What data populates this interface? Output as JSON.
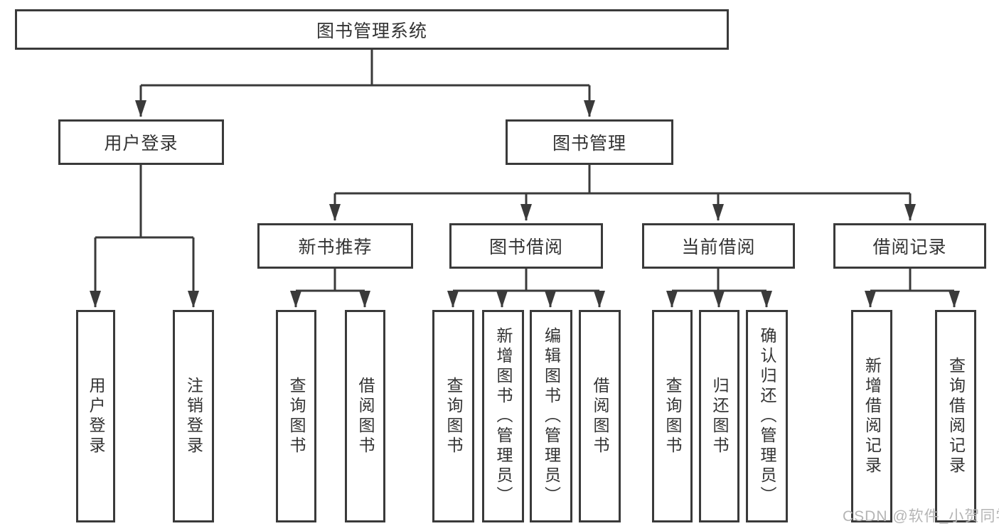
{
  "diagram": {
    "root": {
      "label": "图书管理系统"
    },
    "branches": [
      {
        "label": "用户登录",
        "children": [
          {
            "label": "用户登录"
          },
          {
            "label": "注销登录"
          }
        ]
      },
      {
        "label": "图书管理",
        "children": [
          {
            "label": "新书推荐",
            "children": [
              {
                "label": "查询图书"
              },
              {
                "label": "借阅图书"
              }
            ]
          },
          {
            "label": "图书借阅",
            "children": [
              {
                "label": "查询图书"
              },
              {
                "label": "新增图书（管理员）"
              },
              {
                "label": "编辑图书（管理员）"
              },
              {
                "label": "借阅图书"
              }
            ]
          },
          {
            "label": "当前借阅",
            "children": [
              {
                "label": "查询图书"
              },
              {
                "label": "归还图书"
              },
              {
                "label": "确认归还（管理员）"
              }
            ]
          },
          {
            "label": "借阅记录",
            "children": [
              {
                "label": "新增借阅记录"
              },
              {
                "label": "查询借阅记录"
              }
            ]
          }
        ]
      }
    ]
  },
  "watermark": {
    "text": "CSDN @软件_小贺同学"
  },
  "colors": {
    "line": "#3a3a3a",
    "text": "#333333",
    "background": "#ffffff",
    "watermark": "#b5b5b5"
  }
}
